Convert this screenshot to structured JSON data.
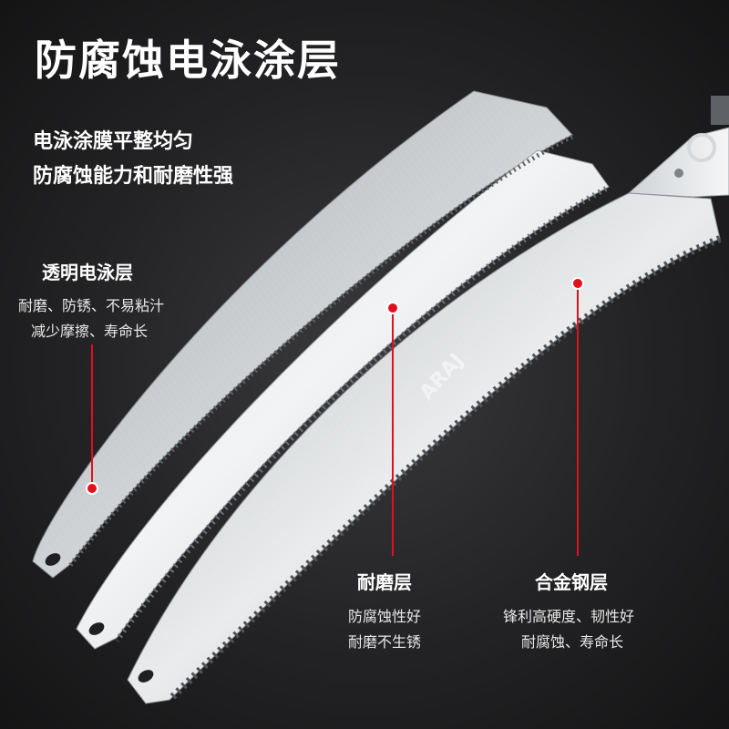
{
  "headline": "防腐蚀电泳涂层",
  "subtitle_lines": [
    "电泳涂膜平整均匀",
    "防腐蚀能力和耐磨性强"
  ],
  "layers": [
    {
      "title": "透明电泳层",
      "desc": [
        "耐磨、防锈、不易粘汁",
        "减少摩擦、寿命长"
      ]
    },
    {
      "title": "耐磨层",
      "desc": [
        "防腐蚀性好",
        "耐磨不生锈"
      ]
    },
    {
      "title": "合金钢层",
      "desc": [
        "锋利高硬度、韧性好",
        "耐腐蚀、寿命长"
      ]
    }
  ],
  "blade_brand": "ARAJ",
  "colors": {
    "marker": "#e0111d",
    "background": "#232325",
    "text": "#ffffff"
  }
}
